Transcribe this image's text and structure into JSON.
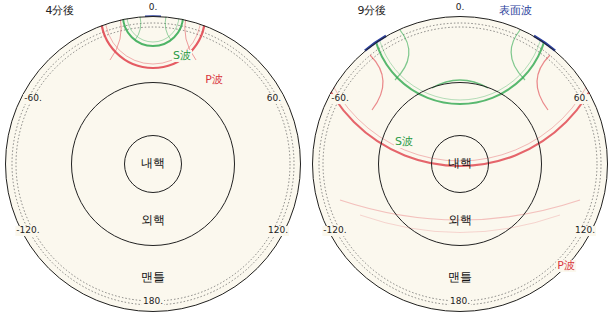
{
  "diagram": {
    "nodes": [
      {
        "text": [
          "맨틀"
        ]
      },
      {
        "text": [
          "외핵"
        ],
        "in": 0
      },
      {
        "text": [
          "내핵"
        ],
        "in": 1
      },
      {
        "text": [
          "맨틀"
        ]
      },
      {
        "text": [
          "외핵"
        ],
        "in": 3
      },
      {
        "text": [
          "내핵"
        ],
        "in": 4
      }
    ],
    "labels": [
      "4分後",
      "0.",
      "-60.",
      "60.",
      "-120.",
      "120.",
      "180.",
      "S波",
      "P波",
      "9分後",
      "0.",
      "表面波",
      "-60.",
      "60.",
      "-120.",
      "120.",
      "180.",
      "S波",
      "P波"
    ]
  }
}
